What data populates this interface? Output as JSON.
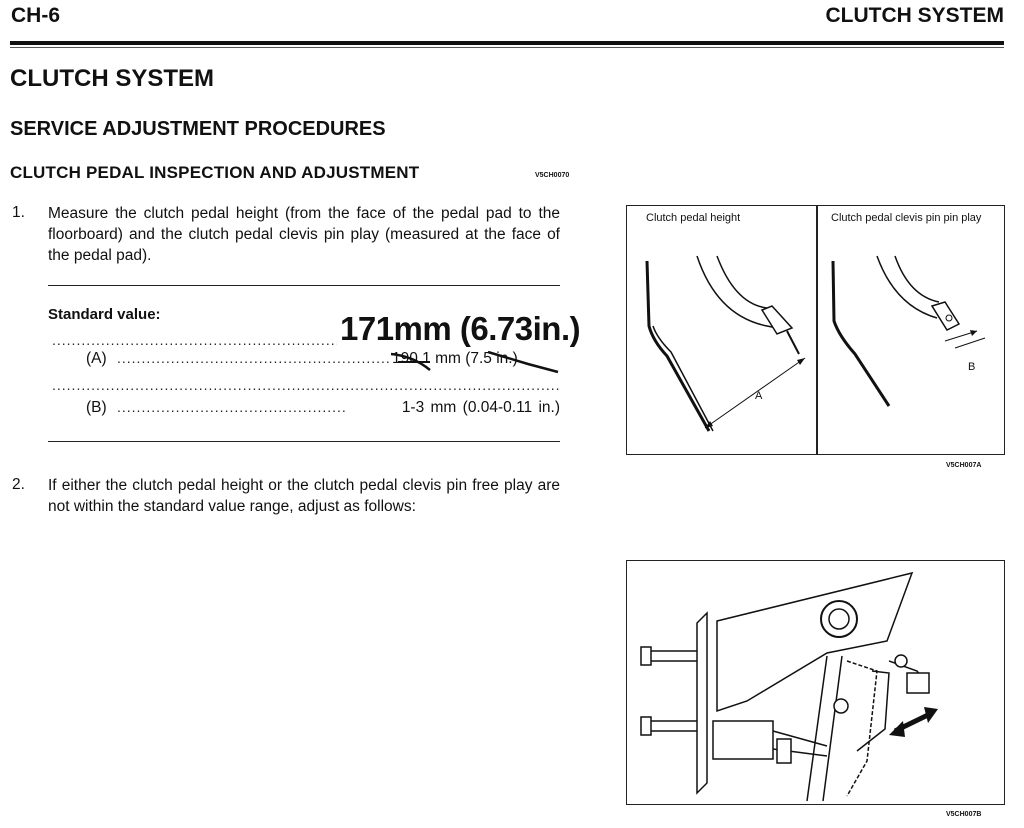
{
  "header": {
    "page_code": "CH-6",
    "section": "CLUTCH SYSTEM"
  },
  "title": "CLUTCH SYSTEM",
  "subtitle": "SERVICE ADJUSTMENT PROCEDURES",
  "subsection": {
    "title": "CLUTCH PEDAL INSPECTION AND ADJUSTMENT",
    "code": "V5CH0070"
  },
  "steps": [
    {
      "num": "1.",
      "text": "Measure the clutch pedal height (from the face of the pedal pad to the floorboard) and the clutch pedal clevis pin play (measured at the face of the pedal pad)."
    },
    {
      "num": "2.",
      "text": "If either the clutch pedal height or the clutch pedal clevis pin free play are not within the standard value range, adjust as follows:"
    }
  ],
  "standard": {
    "label": "Standard value:",
    "handwritten": "171mm (6.73in.)",
    "row_a": {
      "key": "(A)",
      "value": "190.1 mm (7.5 in.)"
    },
    "row_b": {
      "key": "(B)",
      "value": "1-3 mm (0.04-0.11 in.)"
    }
  },
  "figure1": {
    "left_label": "Clutch pedal height",
    "right_label": "Clutch pedal clevis pin pin play",
    "mark_a": "A",
    "mark_b": "B",
    "code": "V5CH007A"
  },
  "figure2": {
    "code": "V5CH007B"
  }
}
